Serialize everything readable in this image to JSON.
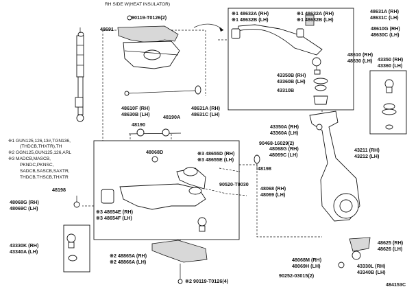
{
  "header": {
    "insulator_note": "RH SIDE W(HEAT INSULATOR)"
  },
  "footer": {
    "diagram_code": "484153C"
  },
  "notes": {
    "n1a": "※1 GUN125,126,13#,TGN136,",
    "n1b": "(THDCB,THXTR),TH",
    "n2": "※2 GGN125,GUN125,126,ARL",
    "n3a": "※3 MADCB,MASCB,",
    "n3b": "PKNDC,PKNSC,",
    "n3c": "SADCB,SASCB,SAXTR,",
    "n3d": "THDCB,THSCB,THXTR"
  },
  "labels": {
    "p90119_top": "90119-T0126(2)",
    "p48691": "48691",
    "p48632a": "※1 48632A (RH)",
    "p48632b": "※1 48632B (LH)",
    "p48632a_r": "※1 48632A (RH)",
    "p48632b_r": "※1 48632B (LH)",
    "p48631a_top": "48631A (RH)",
    "p48631c_top": "48631C (LH)",
    "p48610g": "48610G (RH)",
    "p48630c": "48630C (LH)",
    "p48610": "48610 (RH)",
    "p48630": "48630 (LH)",
    "p43350_box": "43350 (RH)",
    "p43360_box": "43360 (LH)",
    "p43350b": "43350B (RH)",
    "p43360b": "43360B (LH)",
    "p43310b": "43310B",
    "p48610f": "48610F (RH)",
    "p48630b": "48630B (LH)",
    "p48631a": "48631A (RH)",
    "p48631c": "48631C (LH)",
    "p48190": "48190",
    "p48190a": "48190A",
    "p43350a": "43350A (RH)",
    "p43360a": "43360A (LH)",
    "p90468": "90468-16029(2)",
    "p48068d": "48068D",
    "p48655d": "※3 48655D (RH)",
    "p48655e": "※3 48655E (LH)",
    "p48068g_r": "48068G (RH)",
    "p48069c_r": "48069C (LH)",
    "p43211": "43211 (RH)",
    "p43212": "43212 (LH)",
    "p48198_r": "48198",
    "p90520": "90520-T0030",
    "p48068": "48068 (RH)",
    "p48069": "48069 (LH)",
    "p48198_l": "48198",
    "p48068g_l": "48068G (RH)",
    "p48069c_l": "48069C (LH)",
    "p48654e": "※3 48654E (RH)",
    "p48654f": "※3 48654F (LH)",
    "p43330k": "43330K (RH)",
    "p43340a": "43340A (LH)",
    "p48865a": "※2 48865A (RH)",
    "p48866a": "※2 48866A (LH)",
    "p90119_bot": "※2 90119-T0126(4)",
    "p48068m": "48068M (RH)",
    "p48069h": "48069H (LH)",
    "p48625": "48625 (RH)",
    "p48626": "48626 (LH)",
    "p43330l": "43330L (RH)",
    "p43340b": "43340B (LH)",
    "p90252": "90252-03015(2)"
  }
}
